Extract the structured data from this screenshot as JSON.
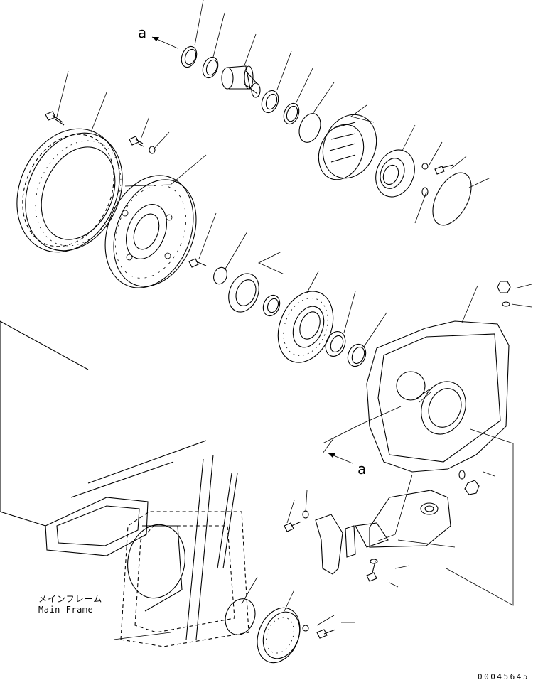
{
  "labels": {
    "ref_mark_top": "a",
    "ref_mark_bottom": "a",
    "main_frame_jp": "メインフレーム",
    "main_frame_en": "Main Frame",
    "drawing_number": "00045645"
  }
}
